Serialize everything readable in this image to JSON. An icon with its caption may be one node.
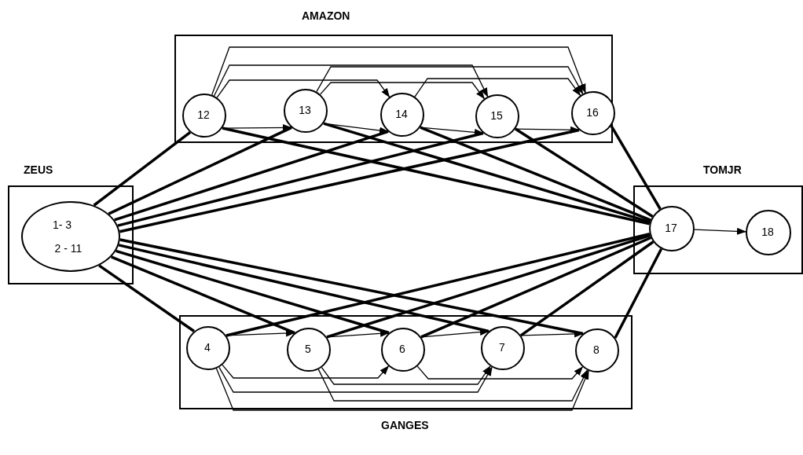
{
  "diagram": {
    "nodes": [
      {
        "text": [
          "ZEUS"
        ]
      },
      {
        "text": [
          "1- 3",
          "2 - 11"
        ],
        "in": 0
      },
      {
        "text": [
          "AMAZON"
        ]
      },
      {
        "text": [
          "12"
        ],
        "in": 2
      },
      {
        "text": [
          "13"
        ],
        "in": 2
      },
      {
        "text": [
          "14"
        ],
        "in": 2
      },
      {
        "text": [
          "15"
        ],
        "in": 2
      },
      {
        "text": [
          "16"
        ],
        "in": 2
      },
      {
        "text": [
          "TOMJR"
        ]
      },
      {
        "text": [
          "17"
        ],
        "in": 8
      },
      {
        "text": [
          "18"
        ],
        "in": 8
      },
      {
        "text": [
          "GANGES"
        ]
      },
      {
        "text": [
          "4"
        ],
        "in": 11
      },
      {
        "text": [
          "5"
        ],
        "in": 11
      },
      {
        "text": [
          "6"
        ],
        "in": 11
      },
      {
        "text": [
          "7"
        ],
        "in": 11
      },
      {
        "text": [
          "8"
        ],
        "in": 11
      }
    ],
    "edges": [
      {
        "from": 1,
        "to": 3,
        "arrow": "none",
        "style": "thick"
      },
      {
        "from": 1,
        "to": 4,
        "arrow": "none",
        "style": "thick"
      },
      {
        "from": 1,
        "to": 5,
        "arrow": "none",
        "style": "thick"
      },
      {
        "from": 1,
        "to": 6,
        "arrow": "none",
        "style": "thick"
      },
      {
        "from": 1,
        "to": 7,
        "arrow": "none",
        "style": "thick"
      },
      {
        "from": 1,
        "to": 12,
        "arrow": "none",
        "style": "thick"
      },
      {
        "from": 1,
        "to": 13,
        "arrow": "none",
        "style": "thick"
      },
      {
        "from": 1,
        "to": 14,
        "arrow": "none",
        "style": "thick"
      },
      {
        "from": 1,
        "to": 15,
        "arrow": "none",
        "style": "thick"
      },
      {
        "from": 1,
        "to": 16,
        "arrow": "none",
        "style": "thick"
      },
      {
        "from": 3,
        "to": 9,
        "arrow": "none",
        "style": "thick"
      },
      {
        "from": 4,
        "to": 9,
        "arrow": "none",
        "style": "thick"
      },
      {
        "from": 5,
        "to": 9,
        "arrow": "none",
        "style": "thick"
      },
      {
        "from": 6,
        "to": 9,
        "arrow": "none",
        "style": "thick"
      },
      {
        "from": 7,
        "to": 9,
        "arrow": "none",
        "style": "thick"
      },
      {
        "from": 12,
        "to": 9,
        "arrow": "none",
        "style": "thick"
      },
      {
        "from": 13,
        "to": 9,
        "arrow": "none",
        "style": "thick"
      },
      {
        "from": 14,
        "to": 9,
        "arrow": "none",
        "style": "thick"
      },
      {
        "from": 15,
        "to": 9,
        "arrow": "none",
        "style": "thick"
      },
      {
        "from": 16,
        "to": 9,
        "arrow": "none",
        "style": "thick"
      },
      {
        "from": 3,
        "to": 4,
        "arrow": "to"
      },
      {
        "from": 4,
        "to": 5,
        "arrow": "to"
      },
      {
        "from": 5,
        "to": 6,
        "arrow": "to"
      },
      {
        "from": 6,
        "to": 7,
        "arrow": "to"
      },
      {
        "from": 3,
        "to": 5,
        "arrow": "to"
      },
      {
        "from": 3,
        "to": 6,
        "arrow": "to"
      },
      {
        "from": 3,
        "to": 7,
        "arrow": "to"
      },
      {
        "from": 4,
        "to": 6,
        "arrow": "to"
      },
      {
        "from": 4,
        "to": 7,
        "arrow": "to"
      },
      {
        "from": 5,
        "to": 7,
        "arrow": "to"
      },
      {
        "from": 12,
        "to": 13,
        "arrow": "to"
      },
      {
        "from": 13,
        "to": 14,
        "arrow": "to"
      },
      {
        "from": 14,
        "to": 15,
        "arrow": "to"
      },
      {
        "from": 15,
        "to": 16,
        "arrow": "to"
      },
      {
        "from": 12,
        "to": 14,
        "arrow": "to"
      },
      {
        "from": 12,
        "to": 15,
        "arrow": "to"
      },
      {
        "from": 12,
        "to": 16,
        "arrow": "to"
      },
      {
        "from": 13,
        "to": 15,
        "arrow": "to"
      },
      {
        "from": 13,
        "to": 16,
        "arrow": "to"
      },
      {
        "from": 14,
        "to": 16,
        "arrow": "to"
      },
      {
        "from": 9,
        "to": 10,
        "arrow": "to"
      }
    ]
  }
}
